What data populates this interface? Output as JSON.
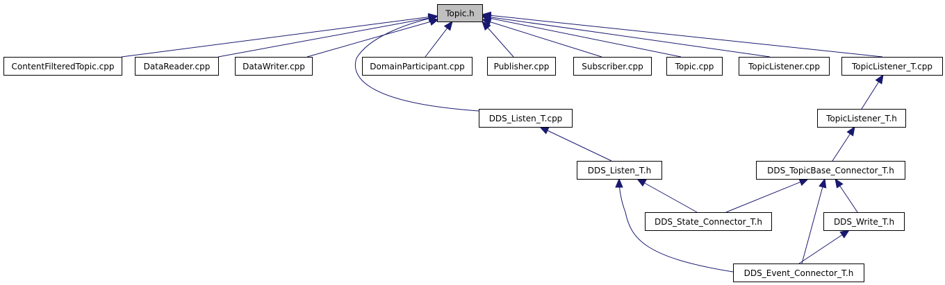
{
  "diagram": {
    "root": "Topic.h",
    "colors": {
      "root_fill": "#bfbfbf",
      "node_fill": "#ffffff",
      "node_border": "#000000",
      "edge": "#191970"
    },
    "nodes": [
      {
        "id": "topic_h",
        "label": "Topic.h",
        "root": true
      },
      {
        "id": "contentfilteredtopic_cpp",
        "label": "ContentFilteredTopic.cpp"
      },
      {
        "id": "datareader_cpp",
        "label": "DataReader.cpp"
      },
      {
        "id": "datawriter_cpp",
        "label": "DataWriter.cpp"
      },
      {
        "id": "domainparticipant_cpp",
        "label": "DomainParticipant.cpp"
      },
      {
        "id": "publisher_cpp",
        "label": "Publisher.cpp"
      },
      {
        "id": "subscriber_cpp",
        "label": "Subscriber.cpp"
      },
      {
        "id": "topic_cpp",
        "label": "Topic.cpp"
      },
      {
        "id": "topiclistener_cpp",
        "label": "TopicListener.cpp"
      },
      {
        "id": "topiclistener_t_cpp",
        "label": "TopicListener_T.cpp"
      },
      {
        "id": "dds_listen_t_cpp",
        "label": "DDS_Listen_T.cpp"
      },
      {
        "id": "topiclistener_t_h",
        "label": "TopicListener_T.h"
      },
      {
        "id": "dds_listen_t_h",
        "label": "DDS_Listen_T.h"
      },
      {
        "id": "dds_topicbase_connector_t_h",
        "label": "DDS_TopicBase_Connector_T.h"
      },
      {
        "id": "dds_state_connector_t_h",
        "label": "DDS_State_Connector_T.h"
      },
      {
        "id": "dds_write_t_h",
        "label": "DDS_Write_T.h"
      },
      {
        "id": "dds_event_connector_t_h",
        "label": "DDS_Event_Connector_T.h"
      }
    ],
    "edges": [
      {
        "from": "contentfilteredtopic_cpp",
        "to": "topic_h"
      },
      {
        "from": "datareader_cpp",
        "to": "topic_h"
      },
      {
        "from": "datawriter_cpp",
        "to": "topic_h"
      },
      {
        "from": "domainparticipant_cpp",
        "to": "topic_h"
      },
      {
        "from": "publisher_cpp",
        "to": "topic_h"
      },
      {
        "from": "subscriber_cpp",
        "to": "topic_h"
      },
      {
        "from": "topic_cpp",
        "to": "topic_h"
      },
      {
        "from": "topiclistener_cpp",
        "to": "topic_h"
      },
      {
        "from": "topiclistener_t_cpp",
        "to": "topic_h"
      },
      {
        "from": "dds_listen_t_cpp",
        "to": "topic_h"
      },
      {
        "from": "topiclistener_t_h",
        "to": "topiclistener_t_cpp"
      },
      {
        "from": "dds_listen_t_h",
        "to": "dds_listen_t_cpp"
      },
      {
        "from": "dds_topicbase_connector_t_h",
        "to": "topiclistener_t_h"
      },
      {
        "from": "dds_state_connector_t_h",
        "to": "dds_listen_t_h"
      },
      {
        "from": "dds_state_connector_t_h",
        "to": "dds_topicbase_connector_t_h"
      },
      {
        "from": "dds_write_t_h",
        "to": "dds_topicbase_connector_t_h"
      },
      {
        "from": "dds_event_connector_t_h",
        "to": "dds_listen_t_h"
      },
      {
        "from": "dds_event_connector_t_h",
        "to": "dds_topicbase_connector_t_h"
      },
      {
        "from": "dds_event_connector_t_h",
        "to": "dds_write_t_h"
      }
    ]
  }
}
